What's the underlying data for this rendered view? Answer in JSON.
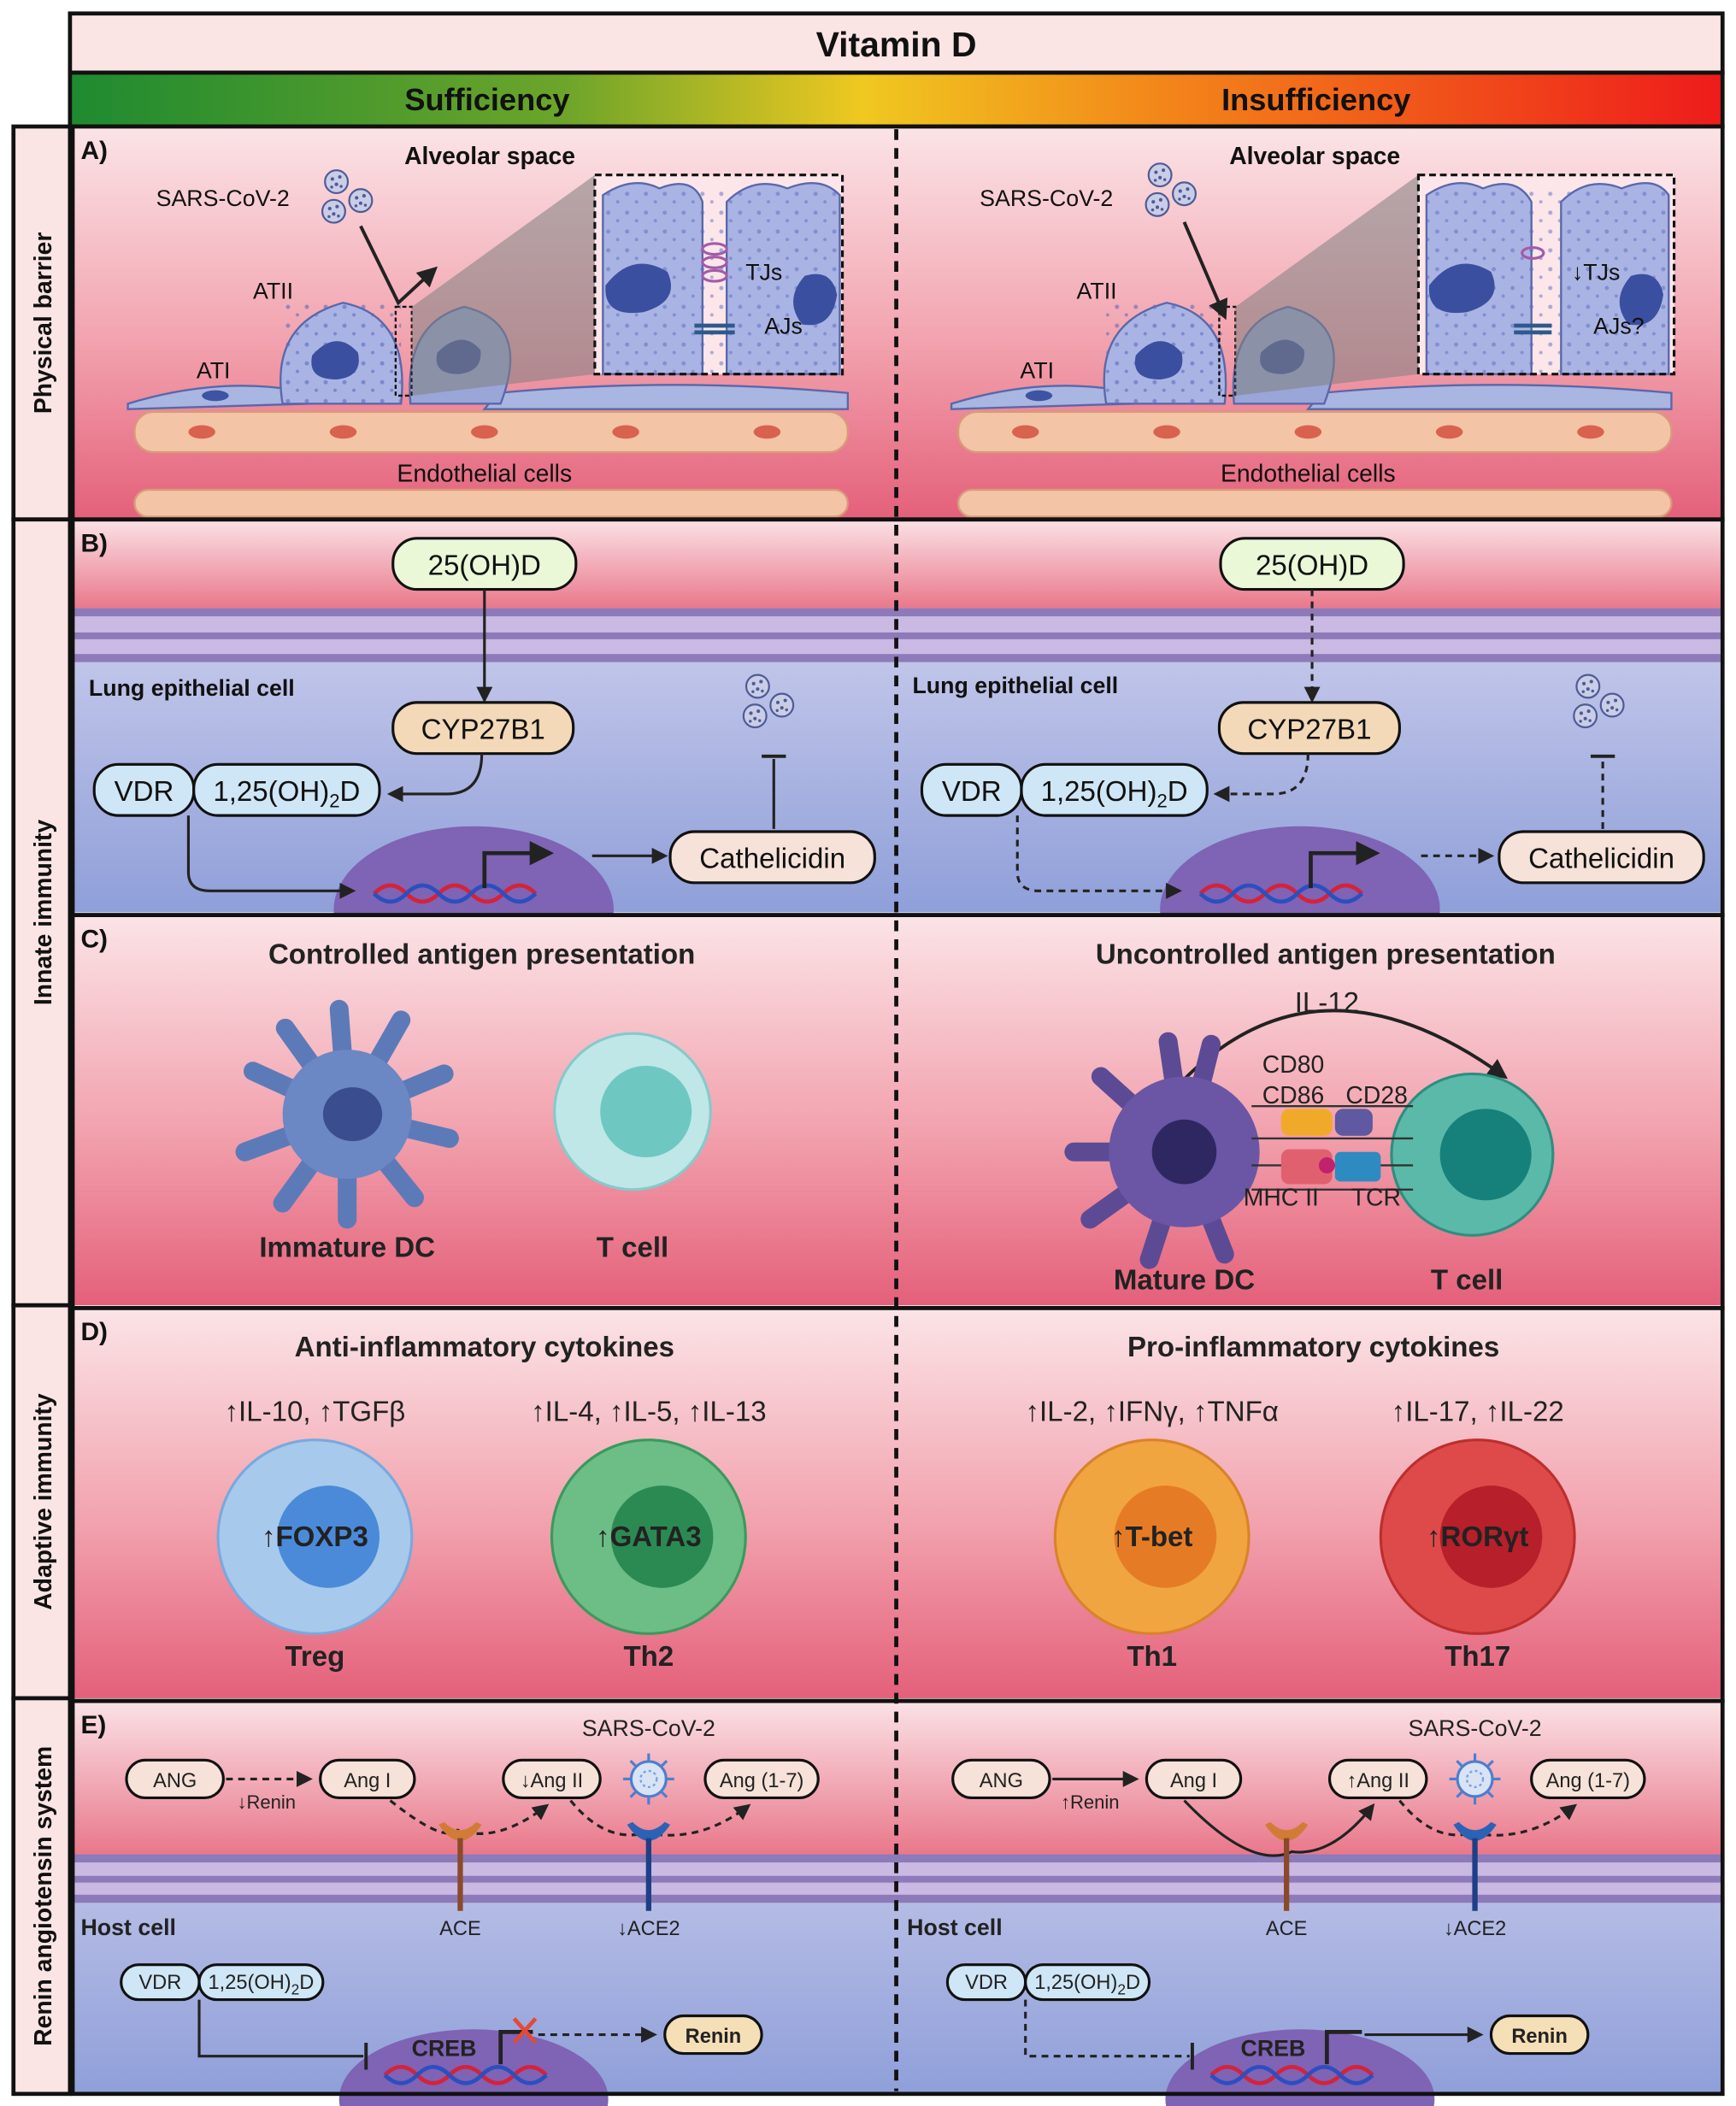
{
  "header": {
    "title": "Vitamin D",
    "left_label": "Sufficiency",
    "right_label": "Insufficiency"
  },
  "side_labels": {
    "physical": "Physical barrier",
    "innate": "Innate immunity",
    "adaptive": "Adaptive immunity",
    "ras": "Renin angiotensin system"
  },
  "panel_a": {
    "letter": "A)",
    "left": {
      "alveolar": "Alveolar space",
      "virus": "SARS-CoV-2",
      "atii": "ATII",
      "ati": "ATI",
      "tj": "TJs",
      "aj": "AJs",
      "endo": "Endothelial cells"
    },
    "right": {
      "alveolar": "Alveolar space",
      "virus": "SARS-CoV-2",
      "atii": "ATII",
      "ati": "ATI",
      "tj": "↓TJs",
      "aj": "AJs?",
      "endo": "Endothelial cells"
    }
  },
  "panel_b": {
    "letter": "B)",
    "pre": "25(OH)D",
    "cell": "Lung epithelial cell",
    "enzyme": "CYP27B1",
    "vdr": "VDR",
    "active_base": "1,25(OH)",
    "active_sub": "2",
    "active_end": "D",
    "product": "Cathelicidin"
  },
  "panel_c": {
    "letter": "C)",
    "left": {
      "title": "Controlled antigen presentation",
      "dc": "Immature DC",
      "tcell": "T cell"
    },
    "right": {
      "title": "Uncontrolled antigen presentation",
      "il12": "IL-12",
      "cd80": "CD80",
      "cd86": "CD86",
      "cd28": "CD28",
      "mhc": "MHC II",
      "tcr": "TCR",
      "dc": "Mature DC",
      "tcell": "T cell"
    }
  },
  "panel_d": {
    "letter": "D)",
    "left_title": "Anti-inflammatory cytokines",
    "right_title": "Pro-inflammatory cytokines",
    "cells": [
      {
        "cytokines": "↑IL-10, ↑TGFβ",
        "factor": "↑FOXP3",
        "name": "Treg"
      },
      {
        "cytokines": "↑IL-4, ↑IL-5, ↑IL-13",
        "factor": "↑GATA3",
        "name": "Th2"
      },
      {
        "cytokines": "↑IL-2, ↑IFNγ, ↑TNFα",
        "factor": "↑T-bet",
        "name": "Th1"
      },
      {
        "cytokines": "↑IL-17, ↑IL-22",
        "factor": "↑RORγt",
        "name": "Th17"
      }
    ]
  },
  "panel_e": {
    "letter": "E)",
    "virus": "SARS-CoV-2",
    "ang": "ANG",
    "ang1": "Ang I",
    "ang17": "Ang (1-7)",
    "ace": "ACE",
    "ace2": "↓ACE2",
    "host": "Host cell",
    "vdr": "VDR",
    "creb": "CREB",
    "renin_box": "Renin",
    "left": {
      "renin": "↓Renin",
      "ang2": "↓Ang II"
    },
    "right": {
      "renin": "↑Renin",
      "ang2": "↑Ang II"
    }
  },
  "colors": {
    "green": "#1f8a2e",
    "yellow": "#f2c51d",
    "red": "#ee1b1b",
    "panel_pink": "#f8d4da",
    "panel_red": "#e56a7d",
    "membrane": "#9a86c6",
    "nucleus": "#7f63b4"
  }
}
